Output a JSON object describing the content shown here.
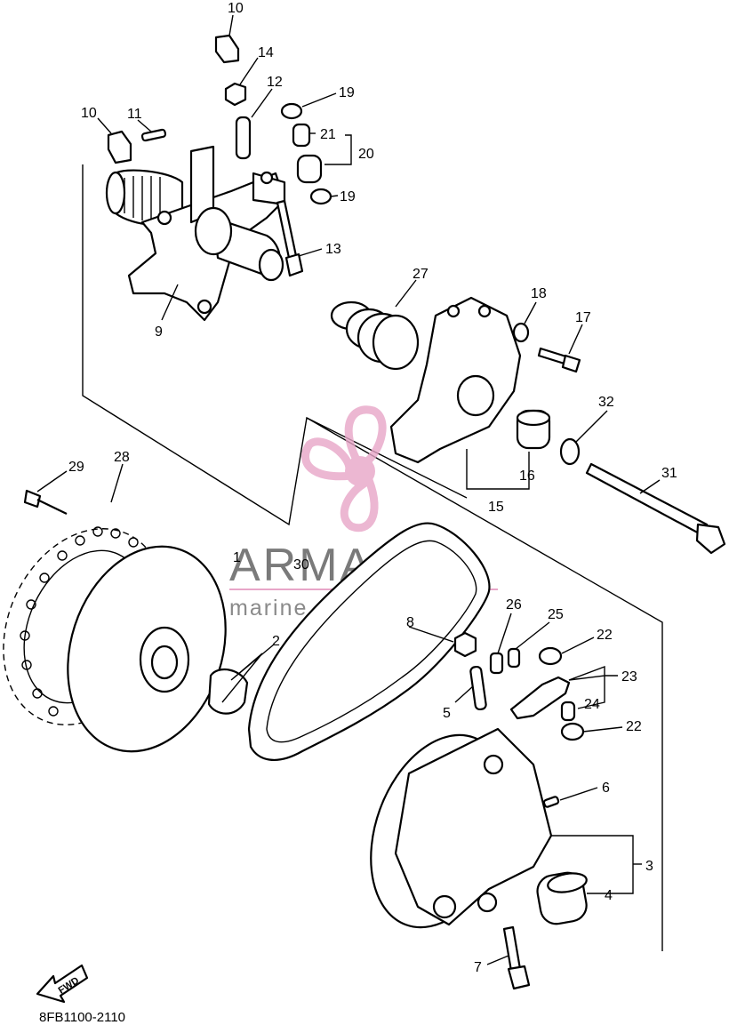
{
  "diagram": {
    "drawing_code": "8FB1100-2110",
    "direction_label": "FWD",
    "watermark": {
      "brand": "ARMADA",
      "tagline": "marine outboards",
      "color": "#e8a6c8"
    },
    "callouts": [
      {
        "id": "c10a",
        "text": "10"
      },
      {
        "id": "c14",
        "text": "14"
      },
      {
        "id": "c12",
        "text": "12"
      },
      {
        "id": "c19a",
        "text": "19"
      },
      {
        "id": "c10b",
        "text": "10"
      },
      {
        "id": "c11",
        "text": "11"
      },
      {
        "id": "c21",
        "text": "21"
      },
      {
        "id": "c20",
        "text": "20"
      },
      {
        "id": "c19b",
        "text": "19"
      },
      {
        "id": "c13",
        "text": "13"
      },
      {
        "id": "c9",
        "text": "9"
      },
      {
        "id": "c27",
        "text": "27"
      },
      {
        "id": "c18",
        "text": "18"
      },
      {
        "id": "c17",
        "text": "17"
      },
      {
        "id": "c32",
        "text": "32"
      },
      {
        "id": "c16",
        "text": "16"
      },
      {
        "id": "c15",
        "text": "15"
      },
      {
        "id": "c31",
        "text": "31"
      },
      {
        "id": "c29",
        "text": "29"
      },
      {
        "id": "c28",
        "text": "28"
      },
      {
        "id": "c1",
        "text": "1"
      },
      {
        "id": "c30",
        "text": "30"
      },
      {
        "id": "c2",
        "text": "2"
      },
      {
        "id": "c8",
        "text": "8"
      },
      {
        "id": "c26",
        "text": "26"
      },
      {
        "id": "c25",
        "text": "25"
      },
      {
        "id": "c22a",
        "text": "22"
      },
      {
        "id": "c23",
        "text": "23"
      },
      {
        "id": "c24",
        "text": "24"
      },
      {
        "id": "c5",
        "text": "5"
      },
      {
        "id": "c22b",
        "text": "22"
      },
      {
        "id": "c6",
        "text": "6"
      },
      {
        "id": "c3",
        "text": "3"
      },
      {
        "id": "c4",
        "text": "4"
      },
      {
        "id": "c7",
        "text": "7"
      }
    ]
  }
}
